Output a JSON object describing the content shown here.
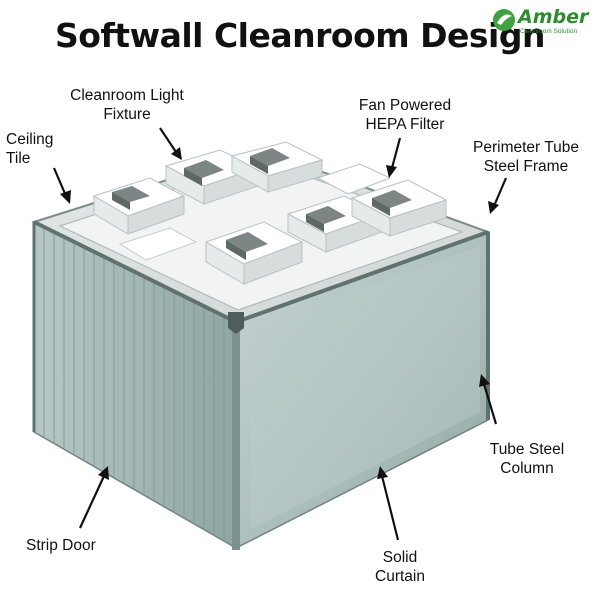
{
  "title": "Softwall Cleanroom Design",
  "logo": {
    "name": "Amber",
    "tagline": "Cleanroom Solution",
    "color": "#2e8b2e"
  },
  "labels": {
    "light_fixture": "Cleanroom Light\nFixture",
    "fan_hepa": "Fan Powered\nHEPA Filter",
    "ceiling_tile": "Ceiling\nTile",
    "perimeter_frame": "Perimeter Tube\nSteel Frame",
    "tube_column": "Tube Steel\nColumn",
    "strip_door": "Strip Door",
    "solid_curtain": "Solid\nCurtain"
  }
}
